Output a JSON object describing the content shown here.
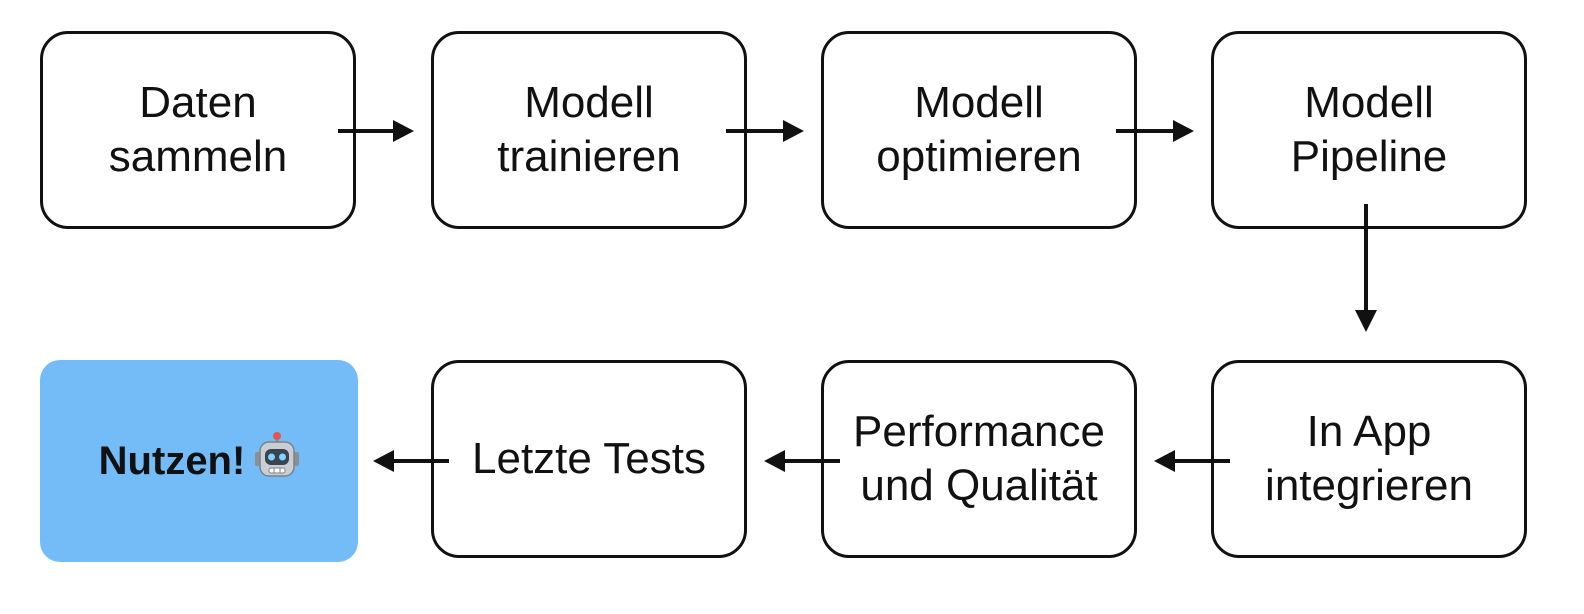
{
  "steps": {
    "collect": "Daten\nsammeln",
    "train": "Modell\ntrainieren",
    "optimize": "Modell\noptimieren",
    "pipeline": "Modell\nPipeline",
    "integrate": "In App\nintegrieren",
    "performance": "Performance\nund Qualität",
    "tests": "Letzte Tests",
    "use": "Nutzen!"
  },
  "final_icon": "robot-icon",
  "colors": {
    "final_box": "#74bcf8",
    "stroke": "#111111"
  }
}
